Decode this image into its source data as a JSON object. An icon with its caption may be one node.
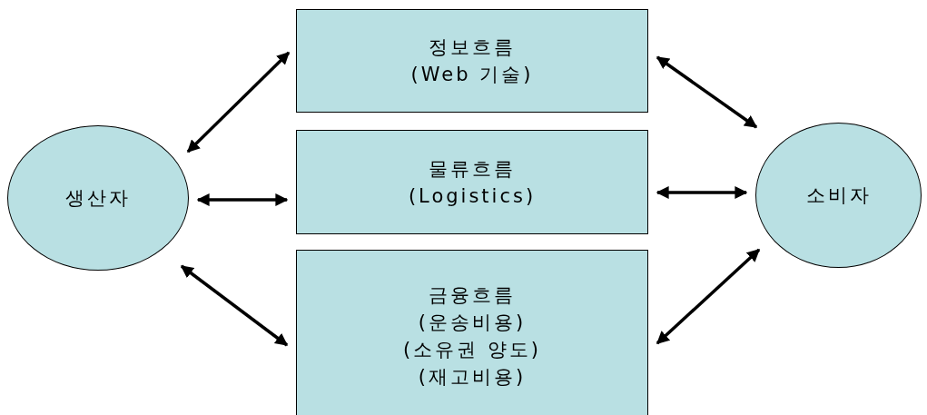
{
  "diagram": {
    "nodes": [
      {
        "text": [
          "생산자"
        ]
      },
      {
        "text": [
          "정보흐름",
          "(Web 기술)"
        ]
      },
      {
        "text": [
          "물류흐름",
          "(Logistics)"
        ]
      },
      {
        "text": [
          "금융흐름",
          "(운송비용)",
          "(소유권 양도)",
          "(재고비용)"
        ]
      },
      {
        "text": [
          "소비자"
        ]
      }
    ],
    "edges": [
      {
        "from": 0,
        "to": 1,
        "arrow": "both"
      },
      {
        "from": 0,
        "to": 2,
        "arrow": "both"
      },
      {
        "from": 0,
        "to": 3,
        "arrow": "both"
      },
      {
        "from": 1,
        "to": 4,
        "arrow": "both"
      },
      {
        "from": 2,
        "to": 4,
        "arrow": "both"
      },
      {
        "from": 3,
        "to": 4,
        "arrow": "both"
      }
    ]
  }
}
